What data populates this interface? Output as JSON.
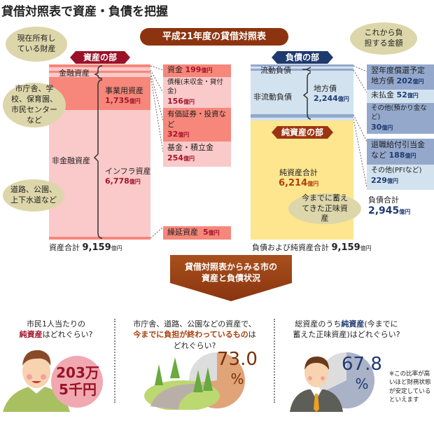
{
  "title": "貸借対照表で資産・負債を把握",
  "banner": "平成21年度の貸借対照表",
  "assets": {
    "tag": "資産の部",
    "bubble_top": "現在所有している財産",
    "bubble_mid": "市庁舎、学校、保育園、市民センターなど",
    "bubble_low": "道路、公園、上下水道など",
    "financial": "金融資産",
    "non_financial": "非金融資産",
    "business_label": "事業用資産",
    "business_value": "1,735",
    "infra_label": "インフラ資産",
    "infra_value": "6,778",
    "unit": "億円",
    "details": [
      {
        "label": "資金",
        "value": "199"
      },
      {
        "label": "債権(未収金・貸付金)",
        "value": "156"
      },
      {
        "label": "有価証券・投資など",
        "value": "32"
      },
      {
        "label": "基金・積立金",
        "value": "254"
      }
    ],
    "deferred_label": "繰延資産",
    "deferred_value": "5",
    "total_label": "資産合計",
    "total_value": "9,159"
  },
  "liabilities": {
    "tag": "負債の部",
    "bubble": "これから負担する金額",
    "current": "流動負債",
    "non_current": "非流動負債",
    "bond_label": "地方債",
    "bond_value": "2,244",
    "details": [
      {
        "label": "翌年度償還予定地方債",
        "value": "202"
      },
      {
        "label": "未払金",
        "value": "52"
      },
      {
        "label": "その他(預かり金など)",
        "value": "30"
      },
      {
        "label": "退職給付引当金など",
        "value": "188"
      },
      {
        "label": "その他(PFIなど)",
        "value": "229"
      }
    ],
    "total_label": "負債合計",
    "total_value": "2,945",
    "net_tag": "純資産の部",
    "net_label": "純資産合計",
    "net_value": "6,214",
    "net_bubble": "今までに蓄えてきた正味資産",
    "grand_label": "負債および純資産合計",
    "grand_value": "9,159"
  },
  "arrow": "貸借対照表からみる市の資産と負債状況",
  "panels": [
    {
      "q1": "市民1人当たりの",
      "q_em": "純資産",
      "q2": "はどれぐらい?",
      "value": "203万",
      "value2": "5千円"
    },
    {
      "q1": "市庁舎、道路、公園などの資産で、",
      "q_em": "今までに負担が終わっているもの",
      "q2": "は",
      "q3": "どれぐらい?",
      "value": "73.0",
      "pct": "%",
      "fraction": 0.73
    },
    {
      "q1": "総資産のうち",
      "q_em": "純資産",
      "q2": "(今までに",
      "q3": "蓄えた正味資産)はどれぐらい?",
      "value": "67.8",
      "pct": "%",
      "fraction": 0.678,
      "note": "※この比率が高いほど財務状態が安定しているといえます"
    }
  ],
  "colors": {
    "dark_salmon": "#f6877a",
    "pale_pink": "#fac9c9",
    "steel": "#94a8cc",
    "pale_blue": "#d2e2ef",
    "yellow": "#fde68e"
  }
}
